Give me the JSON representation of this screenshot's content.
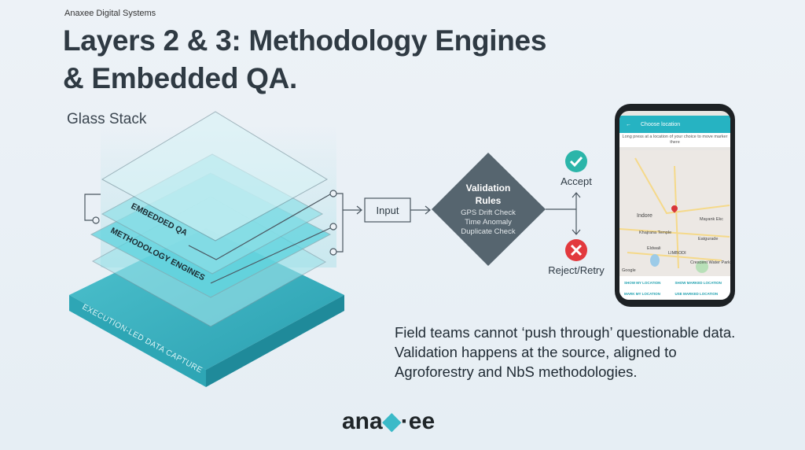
{
  "header": {
    "brand": "Anaxee Digital Systems",
    "title_line1": "Layers 2 & 3: Methodology Engines",
    "title_line2": "& Embedded QA."
  },
  "stack": {
    "label": "Glass Stack",
    "layers": [
      "EMBEDDED QA",
      "METHODOLOGY ENGINES",
      "EXECUTION-LED DATA CAPTURE"
    ]
  },
  "flow": {
    "input": "Input",
    "decision_title_1": "Validation",
    "decision_title_2": "Rules",
    "rules": [
      "GPS Drift Check",
      "Time Anomaly",
      "Duplicate Check"
    ],
    "accept": "Accept",
    "reject": "Reject/Retry"
  },
  "phone": {
    "app_title": "Choose location",
    "hint": "Long press at a location of your choice to move marker there",
    "map_labels": [
      "Indore",
      "Mayank Ekc",
      "Khajrana Temple",
      "Eatgurade",
      "Eldwali",
      "LIMBODI",
      "Crescent Water Park",
      "Google"
    ],
    "buttons": [
      "SHOW MY LOCATION",
      "SHOW MARKED LOCATION",
      "MARK MY LOCATION",
      "USE MARKED LOCATION"
    ]
  },
  "description": "Field teams cannot ‘push through’ questionable data. Validation happens at the source, aligned to Agroforestry and NbS methodologies.",
  "logo": {
    "text": "anaxee"
  },
  "colors": {
    "teal": "#2bb3c0",
    "diamond": "#56656f",
    "accept": "#2bb5a9",
    "reject": "#e2393d"
  }
}
